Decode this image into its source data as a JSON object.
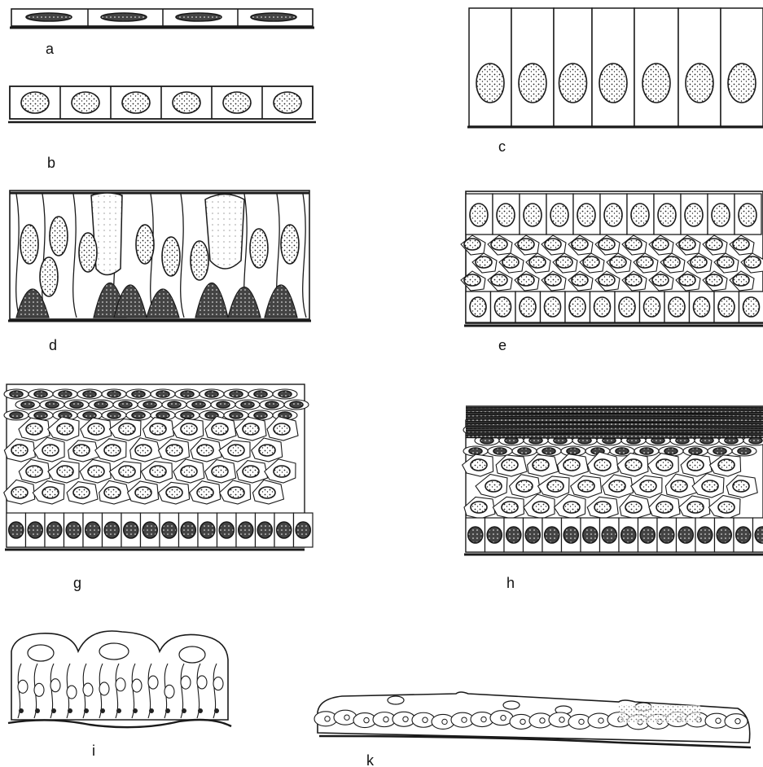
{
  "panels": [
    {
      "id": "a",
      "label": "a"
    },
    {
      "id": "b",
      "label": "b"
    },
    {
      "id": "c",
      "label": "c"
    },
    {
      "id": "d",
      "label": "d"
    },
    {
      "id": "e",
      "label": "e"
    },
    {
      "id": "g",
      "label": "g"
    },
    {
      "id": "h",
      "label": "h"
    },
    {
      "id": "i",
      "label": "i"
    },
    {
      "id": "k",
      "label": "k"
    }
  ],
  "colors": {
    "ink": "#1a1a1a",
    "paper": "#ffffff",
    "shade": "#3a3a3a"
  }
}
